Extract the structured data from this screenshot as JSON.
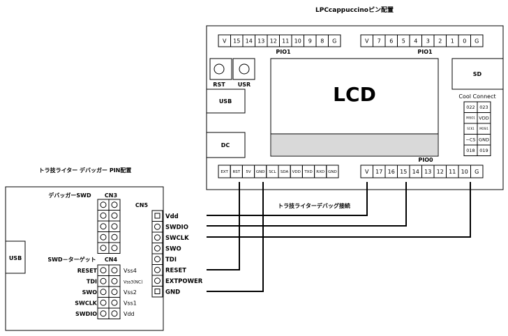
{
  "title": "LPCcappuccinoピン配置",
  "board": {
    "pio1_left_label": "PIO1",
    "pio1_right_label": "PIO1",
    "pio0_label": "PIO0",
    "header_pio1_left": [
      "V",
      "15",
      "14",
      "13",
      "12",
      "11",
      "10",
      "9",
      "8",
      "G"
    ],
    "header_pio1_right": [
      "V",
      "7",
      "6",
      "5",
      "4",
      "3",
      "2",
      "1",
      "0",
      "G"
    ],
    "header_pio0": [
      "V",
      "17",
      "16",
      "15",
      "14",
      "13",
      "12",
      "11",
      "10",
      "G"
    ],
    "header_bottom_left": [
      "EXT",
      "RST",
      "5V",
      "GND",
      "SCL",
      "SDA",
      "VDD",
      "TXD",
      "RXD",
      "GND"
    ],
    "rst_label": "RST",
    "usr_label": "USR",
    "usb_label": "USB",
    "dc_label": "DC",
    "lcd_label": "LCD",
    "sd_label": "SD",
    "cool_connect_label": "Cool Connect",
    "cool_connect_pins": [
      [
        "022",
        "023"
      ],
      [
        "MISO1",
        "VDD"
      ],
      [
        "SCK1",
        "MOSI1"
      ],
      [
        "~CS",
        "GND"
      ],
      [
        "018",
        "019"
      ]
    ]
  },
  "debugger": {
    "title": "トラ技ライター デバッガー PIN配置",
    "usb_label": "USB",
    "cn3_title": "デバッガーSWD",
    "cn3_label": "CN3",
    "cn4_title": "SWD－ターゲット",
    "cn4_label": "CN4",
    "cn5_label": "CN5",
    "cn4_left_labels": [
      "RESET",
      "TDI",
      "SWO",
      "SWCLK",
      "SWDIO"
    ],
    "cn4_right_labels": [
      "Vss4",
      "Vss3(NC)",
      "Vss2",
      "Vss1",
      "Vdd"
    ],
    "cn5_pins": [
      "Vdd",
      "SWDIO",
      "SWCLK",
      "SWO",
      "TDI",
      "RESET",
      "EXTPOWER",
      "GND"
    ]
  },
  "wiring_label": "トラ技ライターデバッグ接続"
}
